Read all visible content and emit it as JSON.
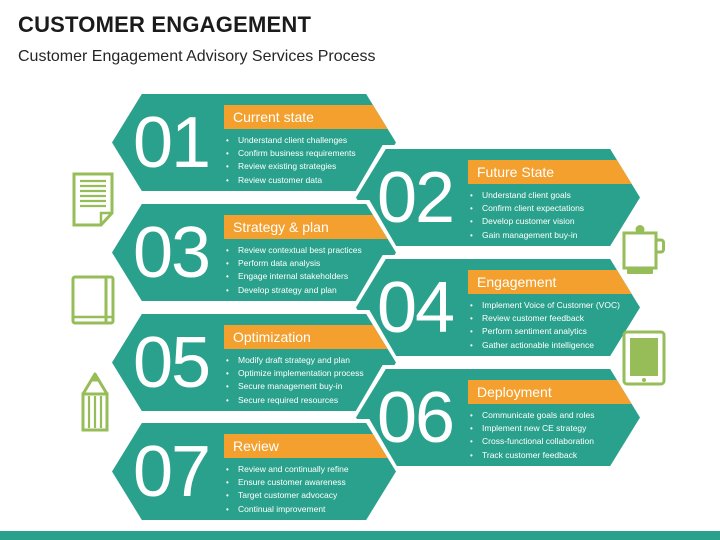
{
  "slide": {
    "title": "CUSTOMER ENGAGEMENT",
    "subtitle": "Customer Engagement Advisory Services Process"
  },
  "colors": {
    "teal": "#2aa18c",
    "orange": "#f3a02f",
    "icon_green": "#96bd58",
    "text_dark": "#1b1b1b",
    "text_white": "#ffffff"
  },
  "steps": [
    {
      "number": "01",
      "label": "Current state",
      "side": "left",
      "bullets": [
        "Understand client challenges",
        "Confirm business requirements",
        "Review existing strategies",
        "Review customer data"
      ]
    },
    {
      "number": "02",
      "label": "Future State",
      "side": "right",
      "bullets": [
        "Understand client goals",
        "Confirm client expectations",
        "Develop customer vision",
        "Gain management buy-in"
      ]
    },
    {
      "number": "03",
      "label": "Strategy & plan",
      "side": "left",
      "bullets": [
        "Review contextual best practices",
        "Perform data analysis",
        "Engage internal stakeholders",
        "Develop strategy and plan"
      ]
    },
    {
      "number": "04",
      "label": "Engagement",
      "side": "right",
      "bullets": [
        "Implement Voice of Customer (VOC)",
        "Review customer feedback",
        "Perform sentiment analytics",
        "Gather actionable intelligence"
      ]
    },
    {
      "number": "05",
      "label": "Optimization",
      "side": "left",
      "bullets": [
        "Modify draft strategy and plan",
        "Optimize implementation process",
        "Secure management buy-in",
        "Secure required resources"
      ]
    },
    {
      "number": "06",
      "label": "Deployment",
      "side": "right",
      "bullets": [
        "Communicate goals and roles",
        "Implement new CE strategy",
        "Cross-functional collaboration",
        "Track customer feedback"
      ]
    },
    {
      "number": "07",
      "label": "Review",
      "side": "left",
      "bullets": [
        "Review and continually refine",
        "Ensure customer awareness",
        "Target customer advocacy",
        "Continual improvement"
      ]
    }
  ],
  "icons": {
    "left": [
      "document-icon",
      "book-icon",
      "pencil-icon"
    ],
    "right": [
      "mug-icon",
      "tablet-icon"
    ]
  }
}
